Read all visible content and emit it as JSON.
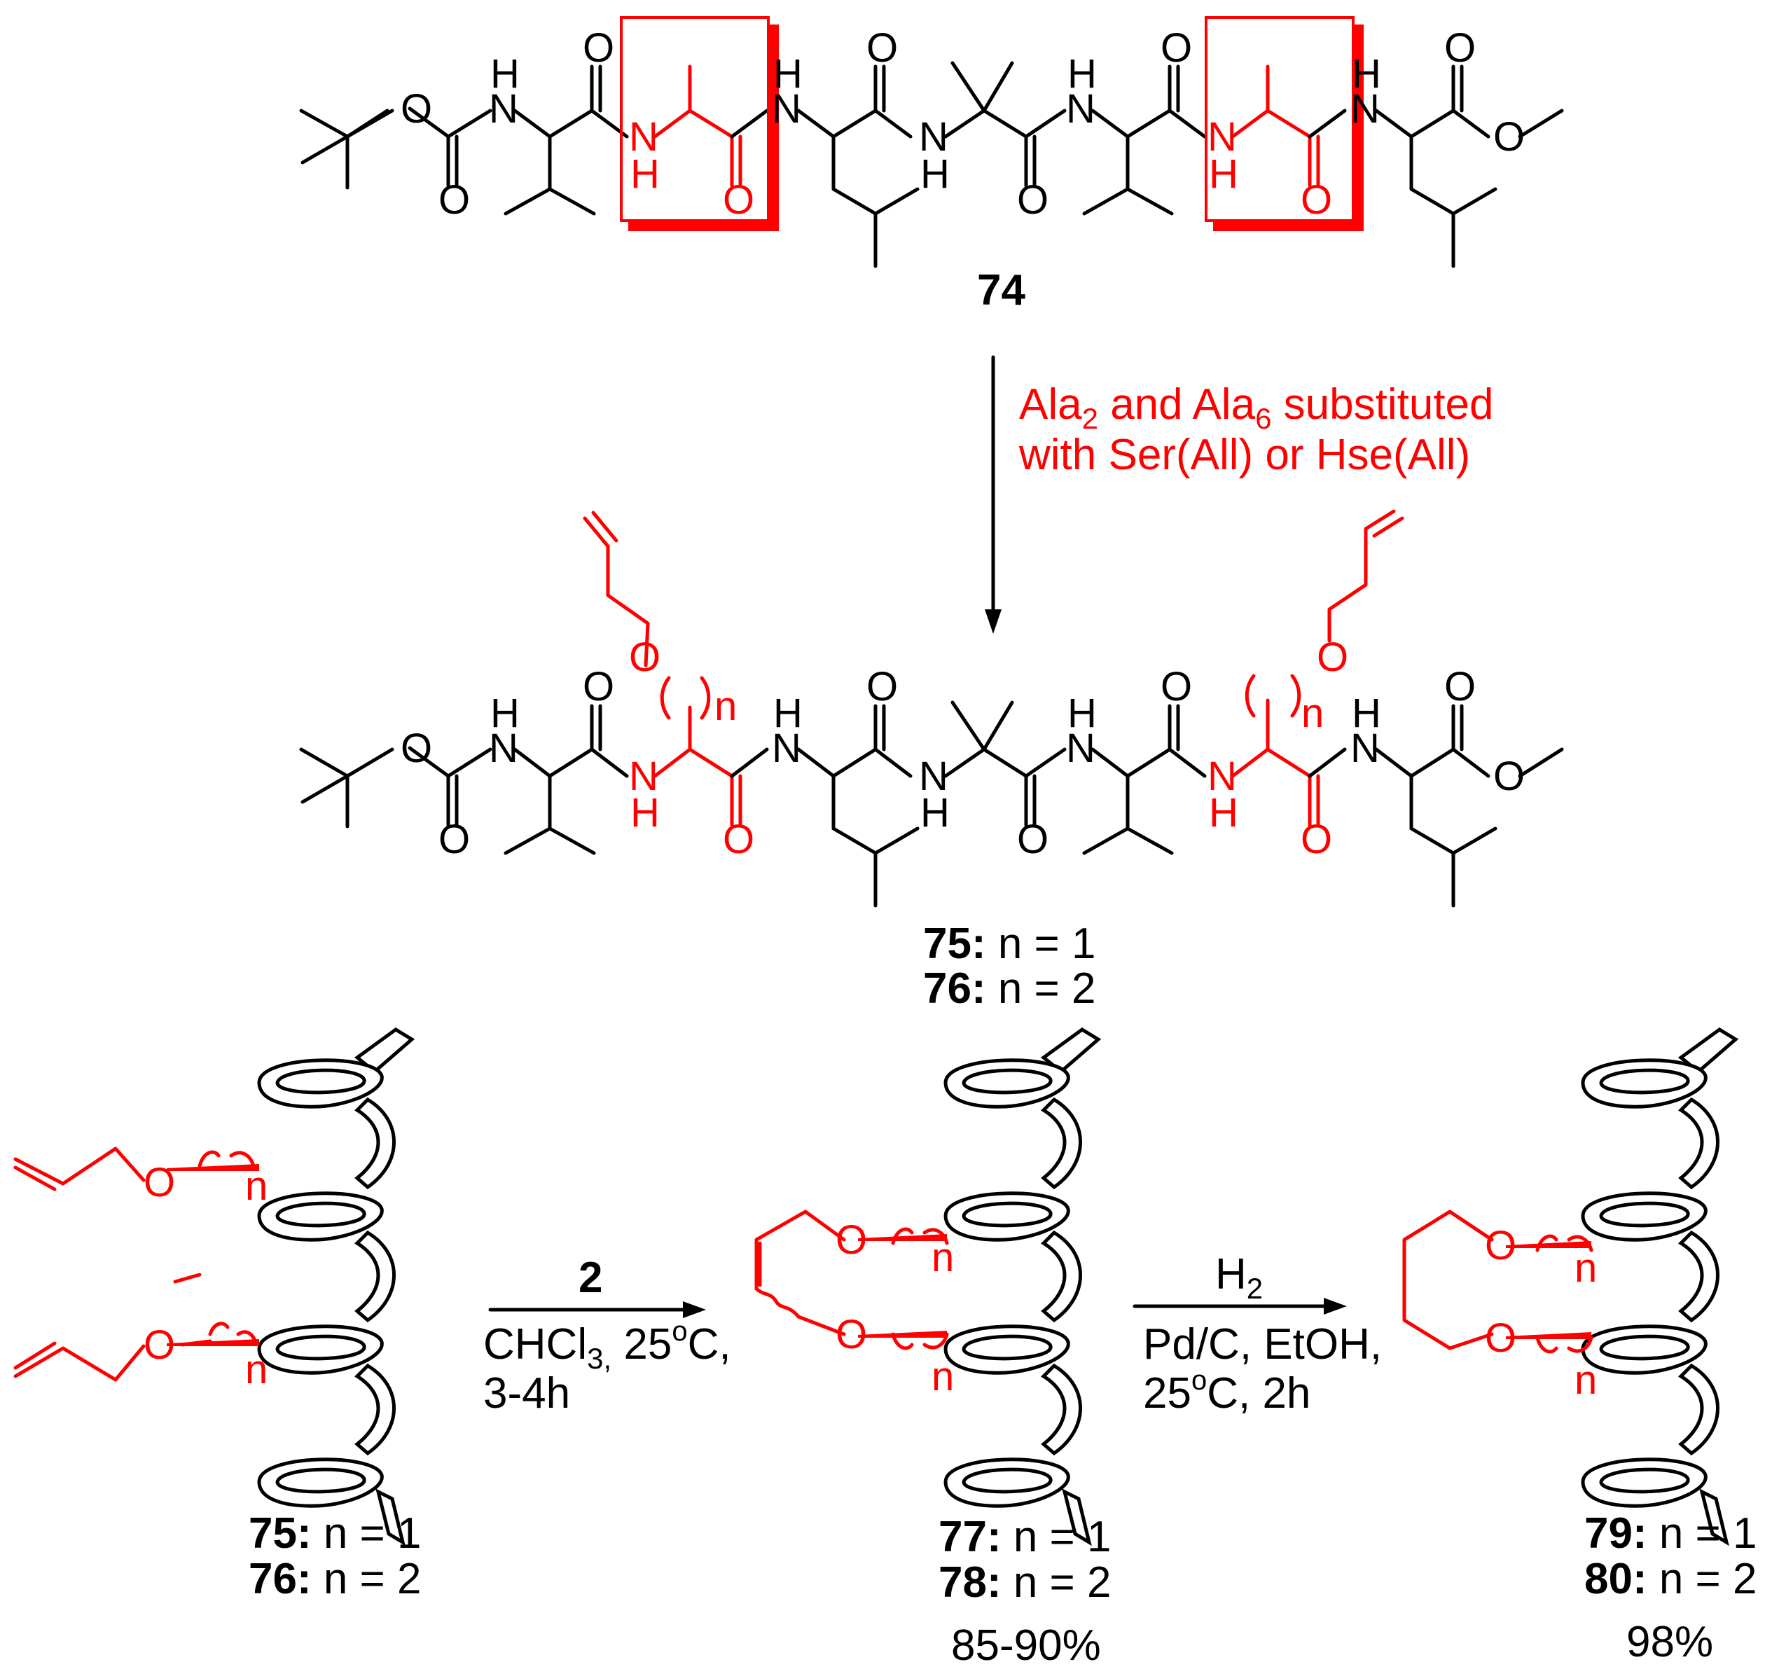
{
  "colors": {
    "highlight": "#ff0000",
    "ink": "#000000"
  },
  "atoms": {
    "N": "N",
    "H": "H",
    "O": "O",
    "n": "n"
  },
  "compounds": {
    "c74": "74",
    "c75": "75:",
    "c76": "76:",
    "c77": "77:",
    "c78": "78:",
    "c79": "79:",
    "c80": "80:",
    "n1": " n = 1",
    "n2": " n = 2"
  },
  "arrow1": {
    "line1_a": "Ala",
    "line1_sub1": "2",
    "line1_b": " and Ala",
    "line1_sub2": "6",
    "line1_c": " substituted",
    "line2": "with Ser(All) or Hse(All)"
  },
  "arrow2": {
    "reagent": "2",
    "cond1_a": "CHCl",
    "cond1_sub": "3,",
    "cond1_b": " 25",
    "cond1_sup": "o",
    "cond1_c": "C,",
    "cond2": "3-4h"
  },
  "arrow3": {
    "reagent_a": "H",
    "reagent_sub": "2",
    "cond1": "Pd/C, EtOH,",
    "cond2_a": "25",
    "cond2_sup": "o",
    "cond2_b": "C, 2h"
  },
  "yields": {
    "y77_78": "85-90%",
    "y79_80": "98%"
  }
}
